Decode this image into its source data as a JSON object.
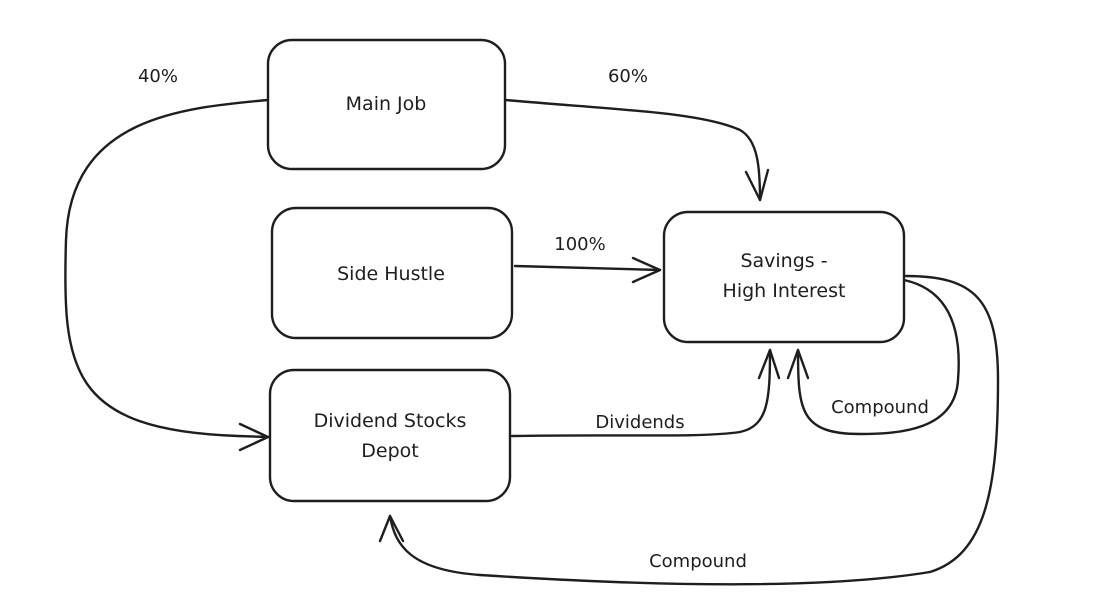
{
  "diagram": {
    "nodes": {
      "main_job": {
        "label": "Main Job"
      },
      "side_hustle": {
        "label": "Side Hustle"
      },
      "savings": {
        "line1": "Savings -",
        "line2": "High Interest"
      },
      "dividend_depot": {
        "line1": "Dividend Stocks",
        "line2": "Depot"
      }
    },
    "edges": {
      "main_to_dividend": {
        "label": "40%"
      },
      "main_to_savings": {
        "label": "60%"
      },
      "side_to_savings": {
        "label": "100%"
      },
      "dividend_to_savings": {
        "label": "Dividends"
      },
      "savings_self_loop": {
        "label": "Compound"
      },
      "savings_to_dividend": {
        "label": "Compound"
      }
    }
  }
}
